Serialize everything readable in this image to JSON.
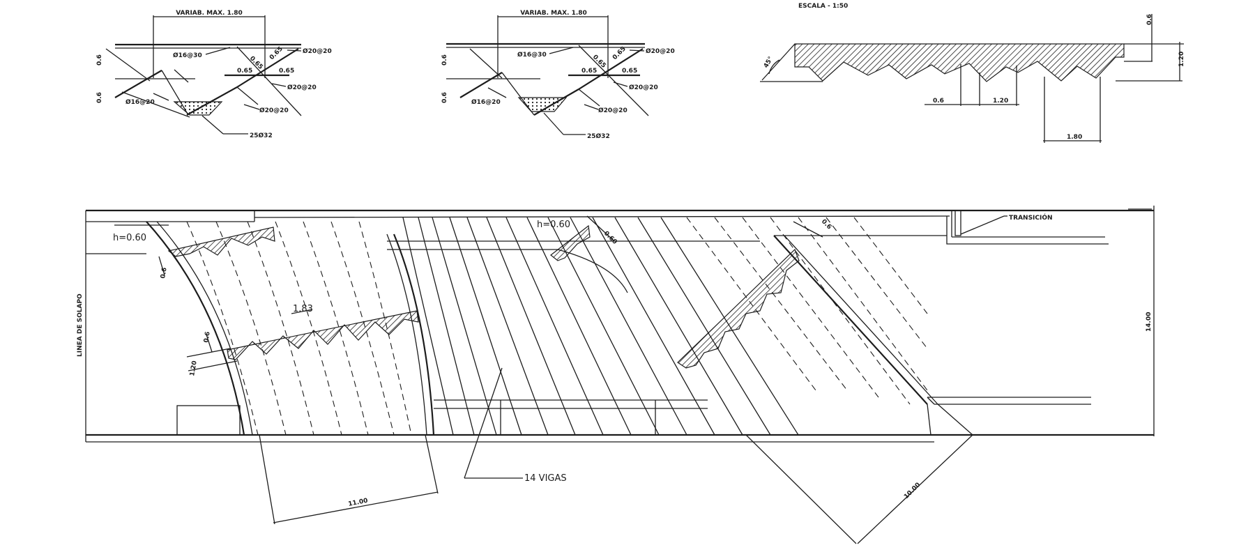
{
  "scale_label": "ESCALA - 1:50",
  "detail_a": {
    "variable_label": "VARIAB. MAX. 1.80",
    "bar_top": "Ø16@30",
    "bar_left": "Ø16@20",
    "bar_right_top": "Ø20@20",
    "bar_right_mid": "Ø20@20",
    "bar_bottom": "Ø20@20",
    "bar_count": "25Ø32",
    "dim_left_top": "0.6",
    "dim_left_bot": "0.6",
    "dim_a": "0.65",
    "dim_b": "0.65",
    "dim_c": "0.65",
    "dim_d": "0.65"
  },
  "detail_b": {
    "variable_label": "VARIAB. MAX. 1.80",
    "bar_top": "Ø16@30",
    "bar_left": "Ø16@20",
    "bar_right_top": "Ø20@20",
    "bar_right_mid": "Ø20@20",
    "bar_bottom": "Ø20@20",
    "bar_count": "25Ø32",
    "dim_left_top": "0.6",
    "dim_left_bot": "0.6",
    "dim_a": "0.65",
    "dim_b": "0.65",
    "dim_c": "0.65",
    "dim_d": "0.65"
  },
  "detail_c": {
    "angle": "45°",
    "dim_top": "0.6",
    "dim_right": "1.20",
    "dim_a": "0.6",
    "dim_b": "1.20",
    "dim_c": "1.80"
  },
  "plan": {
    "h_left": "h=0.60",
    "h_mid": "h=0.60",
    "dim_060": "0.60",
    "dim_06_top": "0.6",
    "dim_06_left": "0.6",
    "dim_06_mid": "0.6",
    "dim_120": "1.20",
    "dim_183": "1.83",
    "overlap_line": "LINEA DE SOLAPO",
    "transition": "TRANSICIÓN",
    "width": "14.00",
    "beams": "14 VIGAS",
    "dim_1100": "11.00",
    "dim_1000": "10.00"
  }
}
